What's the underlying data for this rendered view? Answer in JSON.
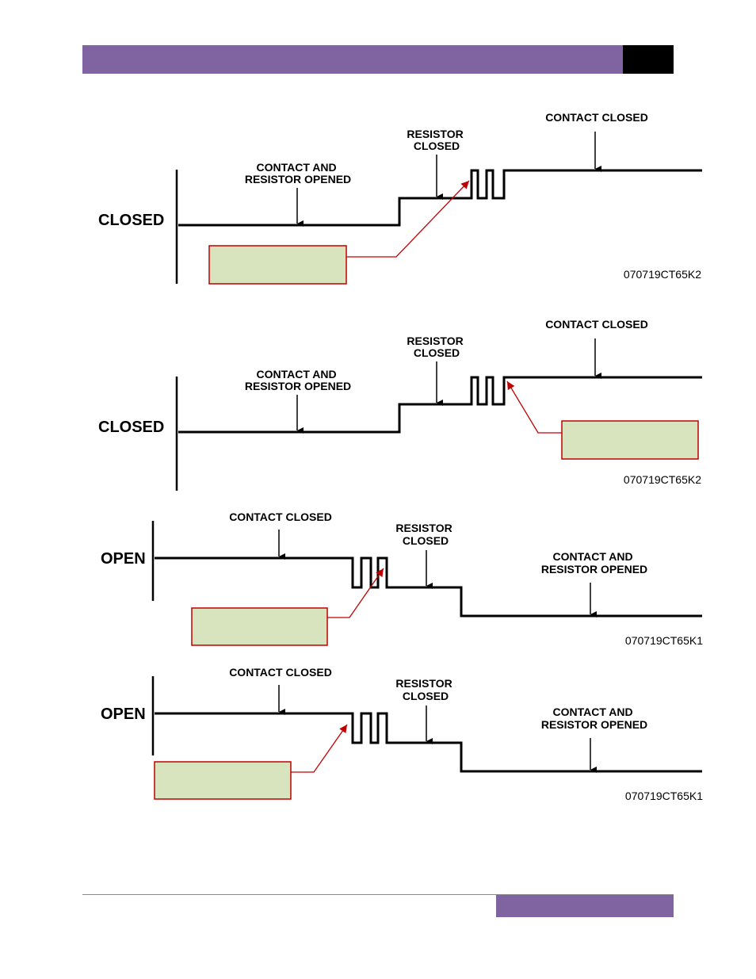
{
  "colors": {
    "header": "#8064a2",
    "header_box": "#000000",
    "callout_fill": "#d7e4bd",
    "callout_border": "#c00000",
    "leader": "#c00000",
    "signal": "#000000"
  },
  "diagrams": [
    {
      "state_label": "CLOSED",
      "label_low": [
        "CONTACT AND",
        "RESISTOR OPENED"
      ],
      "label_mid": [
        "RESISTOR",
        "CLOSED"
      ],
      "label_high": "CONTACT CLOSED",
      "code": "070719CT65K2"
    },
    {
      "state_label": "CLOSED",
      "label_low": [
        "CONTACT AND",
        "RESISTOR OPENED"
      ],
      "label_mid": [
        "RESISTOR",
        "CLOSED"
      ],
      "label_high": "CONTACT CLOSED",
      "code": "070719CT65K2"
    },
    {
      "state_label": "OPEN",
      "label_high": "CONTACT CLOSED",
      "label_mid": [
        "RESISTOR",
        "CLOSED"
      ],
      "label_low": [
        "CONTACT AND",
        "RESISTOR OPENED"
      ],
      "code": "070719CT65K1"
    },
    {
      "state_label": "OPEN",
      "label_high": "CONTACT CLOSED",
      "label_mid": [
        "RESISTOR",
        "CLOSED"
      ],
      "label_low": [
        "CONTACT AND",
        "RESISTOR OPENED"
      ],
      "code": "070719CT65K1"
    }
  ]
}
